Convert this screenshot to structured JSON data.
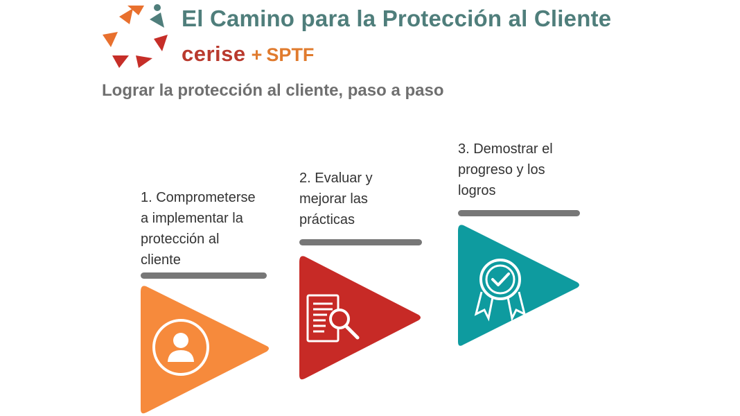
{
  "header": {
    "title": "El Camino para la Protección al Cliente",
    "brand_primary": "cerise",
    "brand_plus": "+",
    "brand_secondary": "SPTF",
    "logo_icon": "cerise-logo-icon",
    "colors": {
      "title": "#4f7e7b",
      "cerise": "#b93a2e",
      "sptf": "#e07b2e"
    }
  },
  "subtitle": "Lograr la protección al cliente, paso a paso",
  "steps": [
    {
      "label": "1. Comprometerse\na implementar la\nprotección al\ncliente",
      "color": "#f68a3c",
      "icon": "person-icon"
    },
    {
      "label": "2. Evaluar y\nmejorar las\nprácticas",
      "color": "#c72a26",
      "icon": "document-search-icon"
    },
    {
      "label": "3. Demostrar el\nprogreso y los\nlogros",
      "color": "#0e9b9f",
      "icon": "badge-check-icon"
    }
  ],
  "bar_color": "#777777"
}
